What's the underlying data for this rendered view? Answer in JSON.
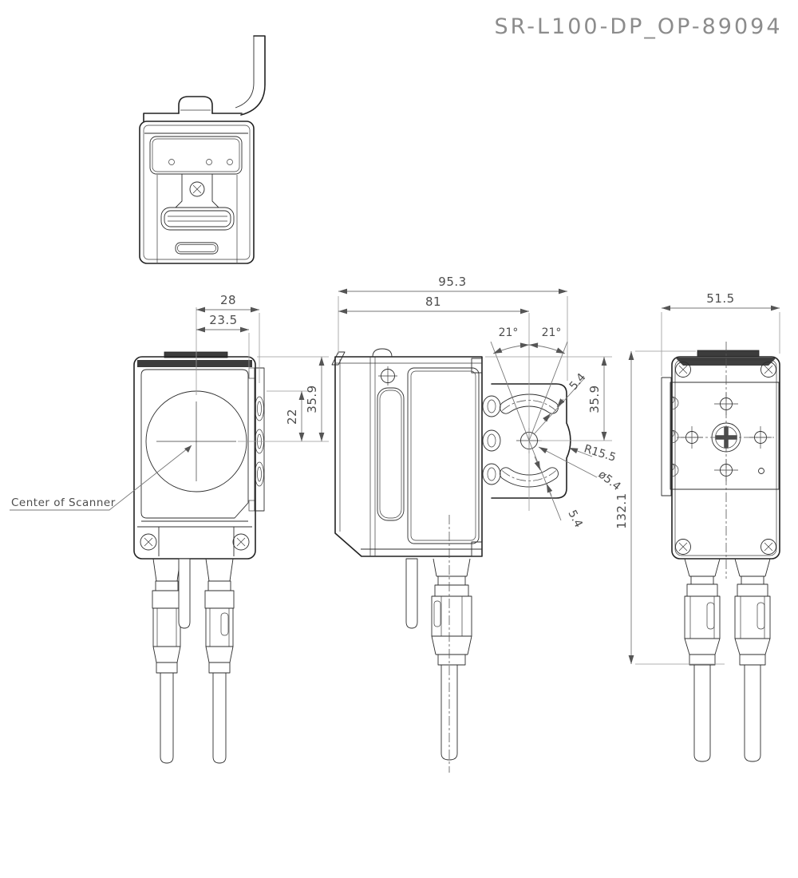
{
  "meta": {
    "title": "SR-L100-DP_OP-89094"
  },
  "annotations": {
    "center_of_scanner": "Center of Scanner"
  },
  "dimensions": {
    "front": {
      "w1": "28",
      "w2": "23.5",
      "h1": "35.9",
      "h2": "22"
    },
    "side": {
      "total_w": "95.3",
      "body_w": "81",
      "angle_l": "21°",
      "angle_r": "21°",
      "slot_top": "5.4",
      "h": "35.9",
      "radius": "R15.5",
      "hole": "ø5.4",
      "slot_bottom": "5.4"
    },
    "back": {
      "w": "51.5",
      "h": "132.1"
    }
  }
}
